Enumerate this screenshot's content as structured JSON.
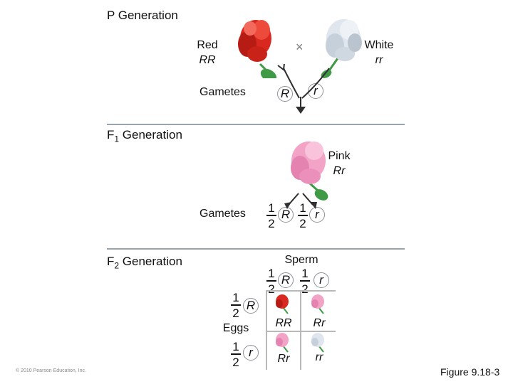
{
  "p_generation": {
    "title": "P Generation",
    "red_label": "Red",
    "red_genotype": "RR",
    "white_label": "White",
    "white_genotype": "rr",
    "cross_symbol": "×",
    "gametes_label": "Gametes",
    "gamete_1": "R",
    "gamete_2": "r"
  },
  "f1_generation": {
    "title_prefix": "F",
    "title_sub": "1",
    "title_suffix": " Generation",
    "pink_label": "Pink",
    "pink_genotype": "Rr",
    "gametes_label": "Gametes",
    "frac_num": "1",
    "frac_den": "2",
    "gamete_1": "R",
    "gamete_2": "r"
  },
  "f2_generation": {
    "title_prefix": "F",
    "title_sub": "2",
    "title_suffix": " Generation",
    "sperm_label": "Sperm",
    "eggs_label": "Eggs",
    "frac_num": "1",
    "frac_den": "2",
    "sperm": [
      "R",
      "r"
    ],
    "eggs": [
      "R",
      "r"
    ],
    "punnett": [
      [
        "RR",
        "Rr"
      ],
      [
        "Rr",
        "rr"
      ]
    ]
  },
  "colors": {
    "red_flower": "#d9281f",
    "white_flower": "#dfe6ee",
    "pink_flower": "#f2a3c6",
    "leaf": "#3f9a45",
    "divider": "#9aa4aa"
  },
  "copyright": "© 2010 Pearson Education, Inc.",
  "figure_label": "Figure 9.18-3"
}
